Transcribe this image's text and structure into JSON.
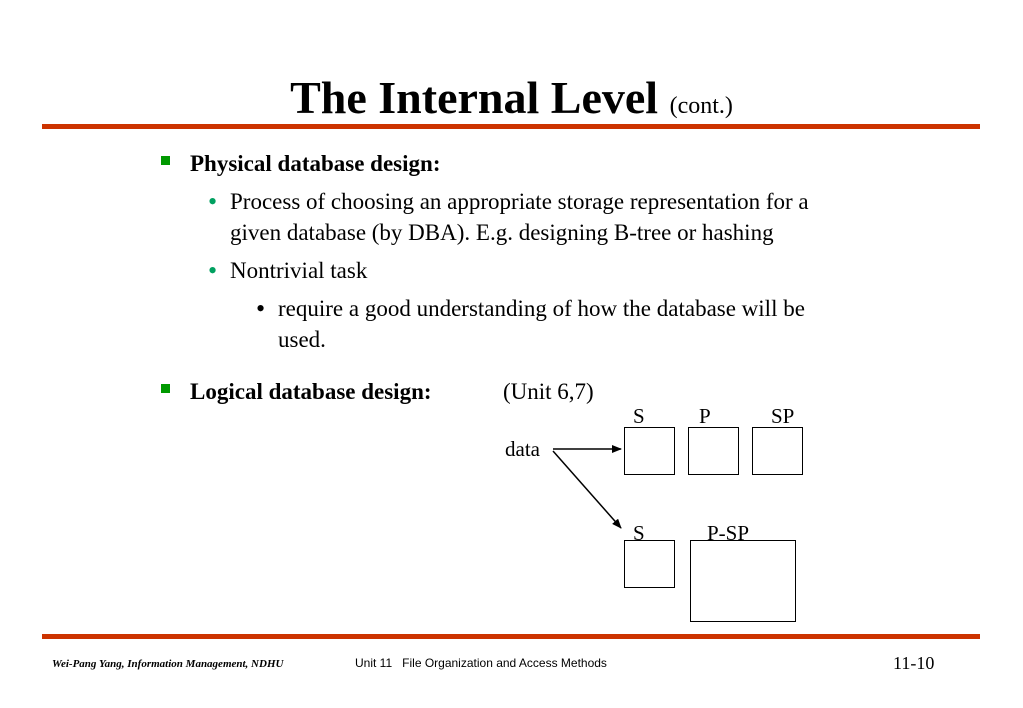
{
  "slide": {
    "title": "The Internal Level",
    "title_suffix": "(cont.)"
  },
  "bullets": {
    "physical": {
      "heading": "Physical database design:",
      "sub1_line1": "Process of choosing an appropriate storage representation for a",
      "sub1_line2": "given database (by DBA). E.g. designing B-tree or hashing",
      "sub2": "Nontrivial task",
      "sub2a_line1": "require a good understanding of how the database will be",
      "sub2a_line2": "used."
    },
    "logical": {
      "heading": "Logical database design:",
      "note": "(Unit 6,7)"
    }
  },
  "diagram": {
    "source_label": "data",
    "top_labels": [
      "S",
      "P",
      "SP"
    ],
    "bottom_labels": [
      "S",
      "P-SP"
    ]
  },
  "footer": {
    "author": "Wei-Pang Yang, Information Management, NDHU",
    "unit": "Unit 11",
    "unit_title": "File Organization and Access Methods",
    "page": "11-10"
  },
  "colors": {
    "rule": "#cc3300",
    "square_bullet": "#009900",
    "dot_bullet": "#00a060"
  }
}
